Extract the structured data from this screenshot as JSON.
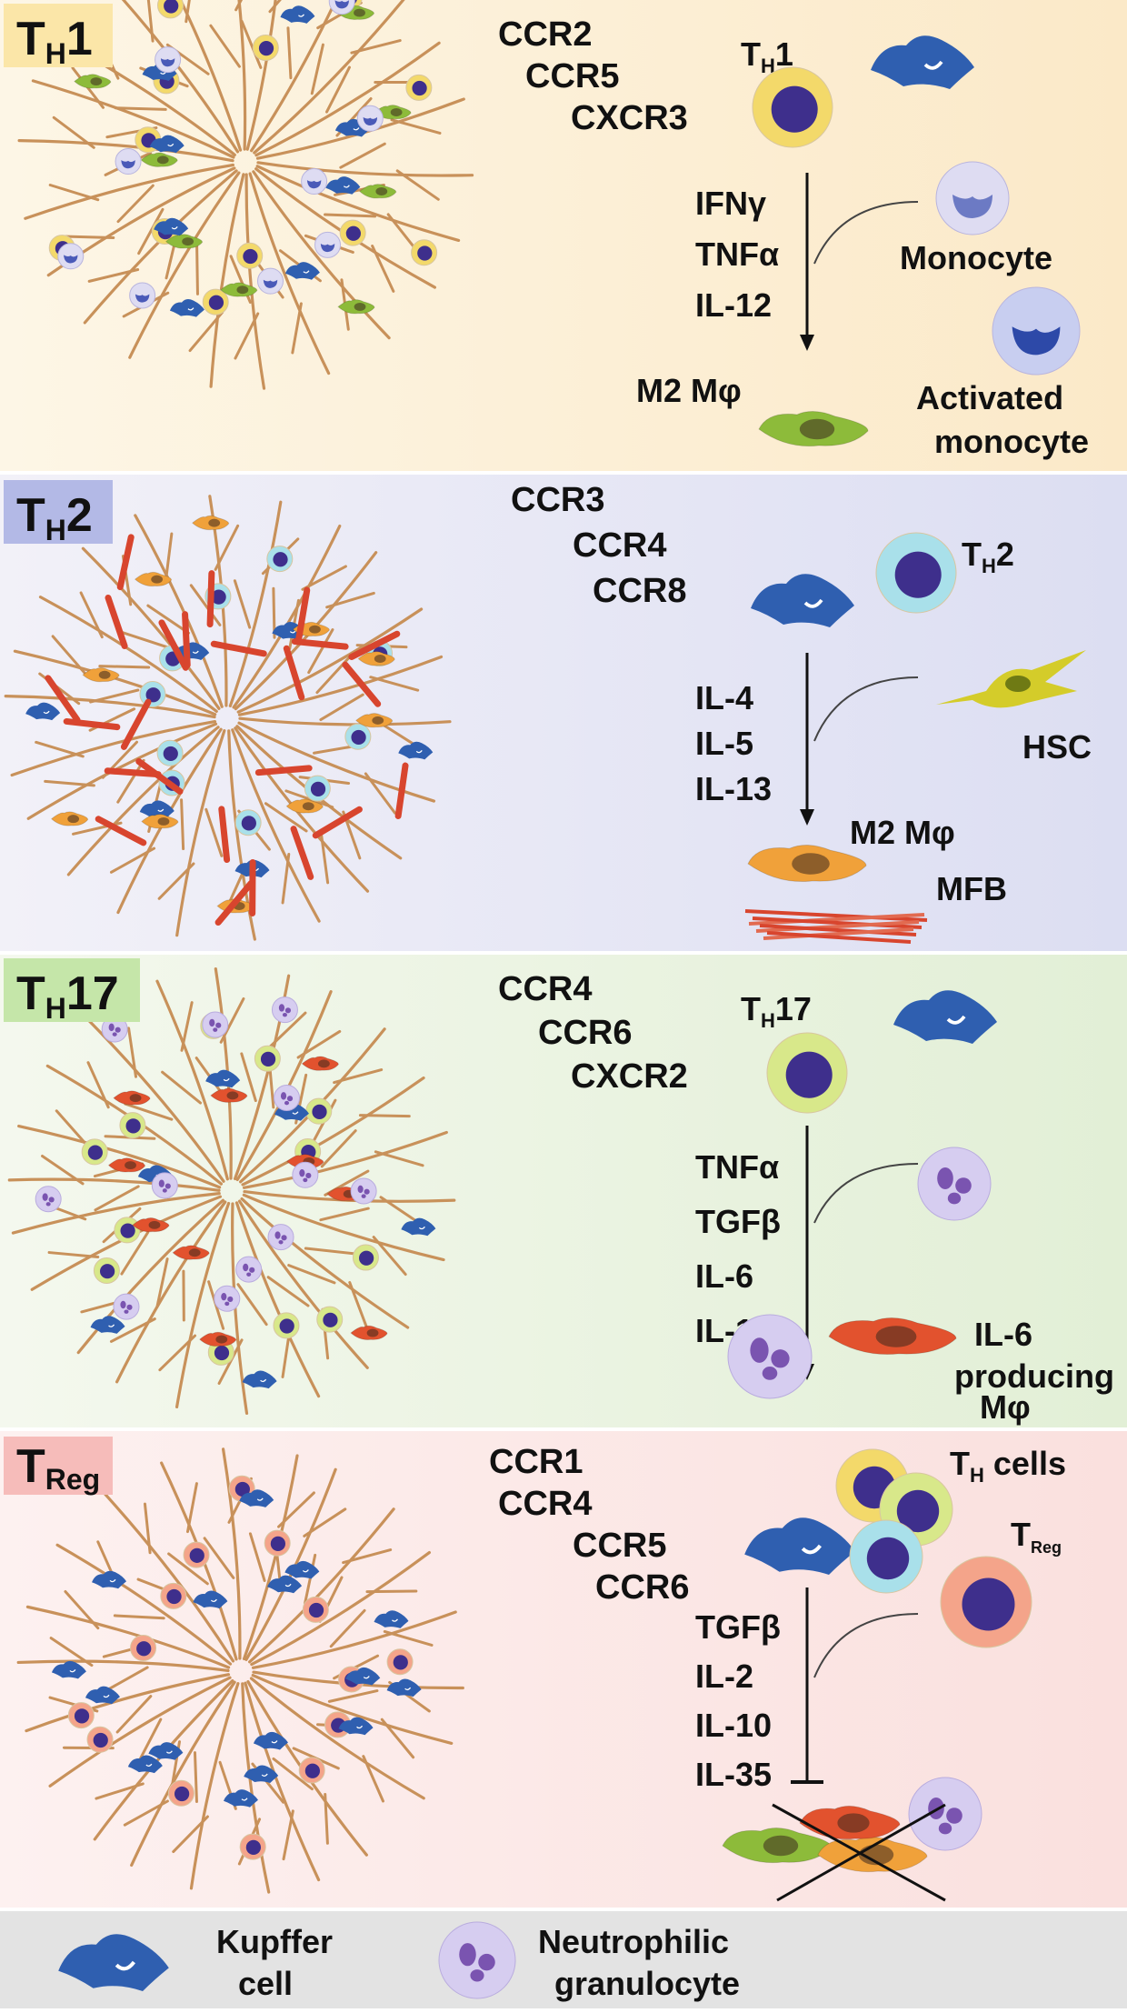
{
  "panels": {
    "th1": {
      "label_main": "T",
      "label_sub": "H",
      "label_suffix": "1",
      "chemokines": [
        "CCR2",
        "CCR5",
        "CXCR3"
      ],
      "cell_main": "T",
      "cell_sub": "H",
      "cell_suffix": "1",
      "cytokines": [
        "IFNγ",
        "TNFα",
        "IL-12"
      ],
      "monocyte": "Monocyte",
      "activated": [
        "Activated",
        "monocyte"
      ],
      "macrophage": "M2 Mφ"
    },
    "th2": {
      "label_main": "T",
      "label_sub": "H",
      "label_suffix": "2",
      "chemokines": [
        "CCR3",
        "CCR4",
        "CCR8"
      ],
      "cell_main": "T",
      "cell_sub": "H",
      "cell_suffix": "2",
      "cytokines": [
        "IL-4",
        "IL-5",
        "IL-13"
      ],
      "hsc": "HSC",
      "macrophage": "M2 Mφ",
      "mfb": "MFB"
    },
    "th17": {
      "label_main": "T",
      "label_sub": "H",
      "label_suffix": "17",
      "chemokines": [
        "CCR4",
        "CCR6",
        "CXCR2"
      ],
      "cell_main": "T",
      "cell_sub": "H",
      "cell_suffix": "17",
      "cytokines": [
        "TNFα",
        "TGFβ",
        "IL-6",
        "IL-1β"
      ],
      "il6": [
        "IL-6",
        "producing",
        "Mφ"
      ]
    },
    "treg": {
      "label_main": "T",
      "label_sub": "Reg",
      "chemokines": [
        "CCR1",
        "CCR4",
        "CCR5",
        "CCR6"
      ],
      "th_main": "T",
      "th_sub": "H",
      "th_suffix": " cells",
      "treg_main": "T",
      "treg_sub": "Reg",
      "cytokines": [
        "TGFβ",
        "IL-2",
        "IL-10",
        "IL-35"
      ]
    }
  },
  "legend": {
    "kupffer": [
      "Kupffer",
      "cell"
    ],
    "neutrophil": [
      "Neutrophilic",
      "granulocyte"
    ]
  },
  "colors": {
    "th1_bg": "#fbeed3",
    "th2_bg": "#e3e4f4",
    "th17_bg": "#e6f1dc",
    "treg_bg": "#fbe5e3",
    "legend_bg": "#e3e3e3",
    "branch": "#c8915a",
    "kupffer": "#2f5fb0",
    "th1_cell": "#f3d96a",
    "th2_cell": "#a9e0ea",
    "th17_cell": "#d8e88a",
    "treg_cell": "#f4a48a",
    "nucleus": "#3e2f8c",
    "m2_green": "#8dbb3a",
    "m2_orange": "#f0a13a",
    "il6_red": "#e2522e",
    "hsc_yellow": "#d4cc2a",
    "mfb_red": "#d8452e",
    "neutrophil": "#d6cdf0"
  }
}
